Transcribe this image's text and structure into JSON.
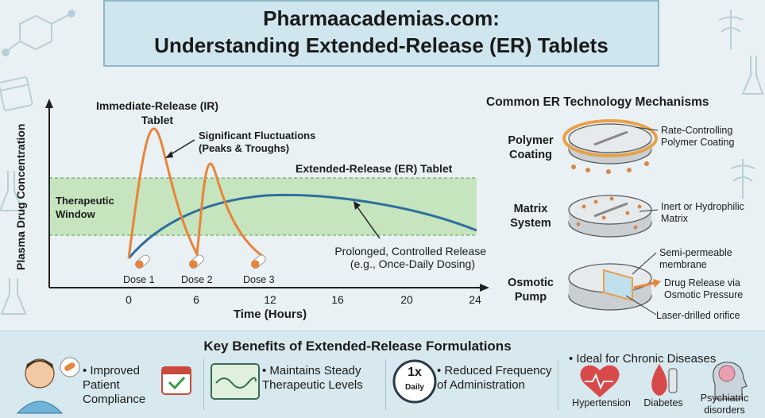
{
  "title": {
    "line1": "Pharmaacademias.com:",
    "line2": "Understanding Extended-Release (ER) Tablets"
  },
  "graph": {
    "ylabel": "Plasma Drug Concentration",
    "xlabel": "Time (Hours)",
    "x_ticks": [
      "0",
      "6",
      "12",
      "16",
      "20",
      "24"
    ],
    "therapeutic_window": "Therapeutic Window",
    "ir_label": "Immediate-Release (IR) Tablet",
    "fluctuation_label": "Significant Fluctuations (Peaks & Troughs)",
    "er_label": "Extended-Release (ER) Tablet",
    "er_desc_line1": "Prolonged, Controlled Release",
    "er_desc_line2": "(e.g., Once-Daily Dosing)",
    "doses": [
      "Dose 1",
      "Dose 2",
      "Dose 3"
    ],
    "colors": {
      "ir": "#e8843a",
      "er": "#2f6f9e",
      "window": "#bfe3b4"
    }
  },
  "mechanisms": {
    "title": "Common ER Technology Mechanisms",
    "items": [
      {
        "name": "Polymer Coating",
        "desc": "Rate-Controlling Polymer Coating"
      },
      {
        "name": "Matrix System",
        "desc": "Inert or Hydrophilic Matrix"
      },
      {
        "name": "Osmotic Pump",
        "desc_membrane": "Semi-permeable membrane",
        "desc_release": "Drug Release via Osmotic Pressure",
        "desc_orifice": "Laser-drilled orifice"
      }
    ]
  },
  "benefits": {
    "title": "Key Benefits of Extended-Release Formulations",
    "items": [
      {
        "text": "• Improved Patient Compliance"
      },
      {
        "text": "• Maintains Steady Therapeutic Levels"
      },
      {
        "text": "• Reduced Frequency of Administration",
        "badge_top": "1x",
        "badge_bottom": "Daily"
      }
    ],
    "chronic": {
      "title": "• Ideal for Chronic Diseases",
      "diseases": [
        "Hypertension",
        "Diabetes",
        "Psychiatric disorders"
      ]
    }
  }
}
